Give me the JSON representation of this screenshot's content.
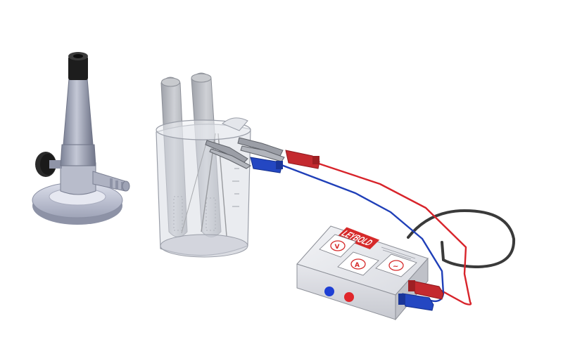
{
  "device": {
    "brand": "LEYBOLD",
    "meters": [
      {
        "name": "voltmeter",
        "symbol": "V"
      },
      {
        "name": "ammeter",
        "symbol": "A"
      },
      {
        "name": "source",
        "symbol": "~"
      }
    ]
  },
  "colors": {
    "red_lead": "#d8242b",
    "blue_lead": "#1f3fb8",
    "plug_red": "#c42a2f",
    "plug_blue": "#2447c2",
    "brand_red": "#d62a2a",
    "socket_blue": "#1e3fd4",
    "socket_red": "#e0262b",
    "burner_metal": "#9aa0b4",
    "burner_base": "#c9cdde",
    "knob": "#1d1d1d",
    "glass": "#cfd3db",
    "tube": "#b5b8bf",
    "sensor_cable": "#3a3a3a"
  },
  "icons": [
    "bunsen-burner-icon",
    "beaker-icon",
    "test-tube-icon",
    "alligator-clip-icon",
    "banana-plug-icon",
    "measuring-device-icon"
  ]
}
